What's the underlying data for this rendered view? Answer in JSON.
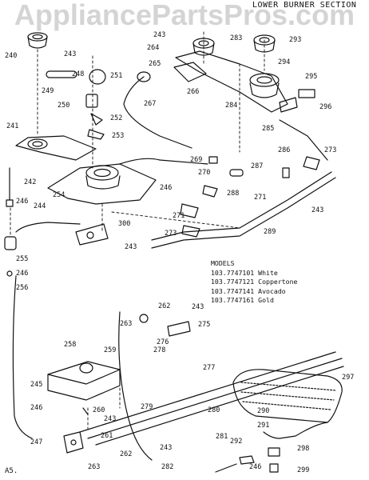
{
  "watermark": "AppliancePartsPros.com",
  "section_title": "LOWER BURNER SECTION",
  "models": {
    "heading": "MODELS",
    "rows": [
      {
        "number": "103.7747101",
        "color": "White"
      },
      {
        "number": "103.7747121",
        "color": "Coppertone"
      },
      {
        "number": "103.7747141",
        "color": "Avocado"
      },
      {
        "number": "103.7747161",
        "color": "Gold"
      }
    ]
  },
  "footer_code": "A5.",
  "part_labels": {
    "p240": "240",
    "p243a": "243",
    "p248": "248",
    "p251": "251",
    "p249": "249",
    "p250": "250",
    "p252": "252",
    "p253": "253",
    "p241": "241",
    "p242": "242",
    "p246a": "246",
    "p244": "244",
    "p254": "254",
    "p300": "300",
    "p255": "255",
    "p246b": "246",
    "p256": "256",
    "p243b": "243",
    "p264": "264",
    "p265": "265",
    "p267": "267",
    "p283": "283",
    "p293": "293",
    "p294": "294",
    "p295": "295",
    "p266": "266",
    "p284": "284",
    "p296": "296",
    "p285": "285",
    "p286": "286",
    "p273a": "273",
    "p269": "269",
    "p270": "270",
    "p287": "287",
    "p246c": "246",
    "p288": "288",
    "p271a": "271",
    "p271b": "271",
    "p243c": "243",
    "p273b": "273",
    "p289": "289",
    "p243d": "243",
    "p262a": "262",
    "p243e": "243",
    "p263a": "263",
    "p275": "275",
    "p276": "276",
    "p258": "258",
    "p259": "259",
    "p278": "278",
    "p277": "277",
    "p297": "297",
    "p245": "245",
    "p279": "279",
    "p280": "280",
    "p260": "260",
    "p243f": "243",
    "p246d": "246",
    "p290": "290",
    "p291": "291",
    "p247": "247",
    "p261": "261",
    "p262b": "262",
    "p243g": "243",
    "p281": "281",
    "p292": "292",
    "p298": "298",
    "p263b": "263",
    "p282": "282",
    "p246e": "246",
    "p299": "299"
  }
}
